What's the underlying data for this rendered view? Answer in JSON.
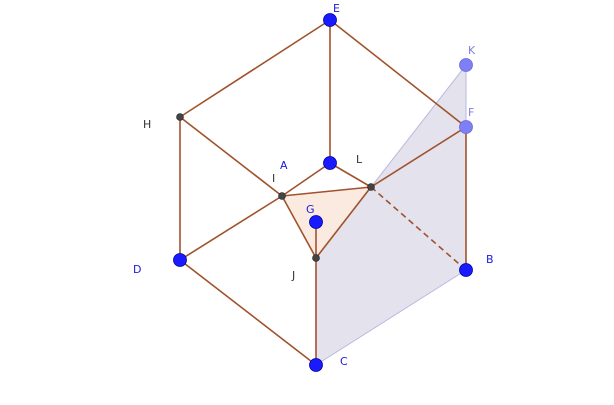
{
  "diagram": {
    "labels": {
      "A": "A",
      "B": "B",
      "C": "C",
      "D": "D",
      "E": "E",
      "F": "F",
      "G": "G",
      "H": "H",
      "I": "I",
      "J": "J",
      "K": "K",
      "L": "L"
    },
    "colors": {
      "edge": "#a0522d",
      "plane": "#d8d6e6",
      "triangle": "#f7d8c4",
      "point_blue": "#1a1aff",
      "point_light": "#7f7ff5",
      "point_dark": "#444444"
    }
  }
}
